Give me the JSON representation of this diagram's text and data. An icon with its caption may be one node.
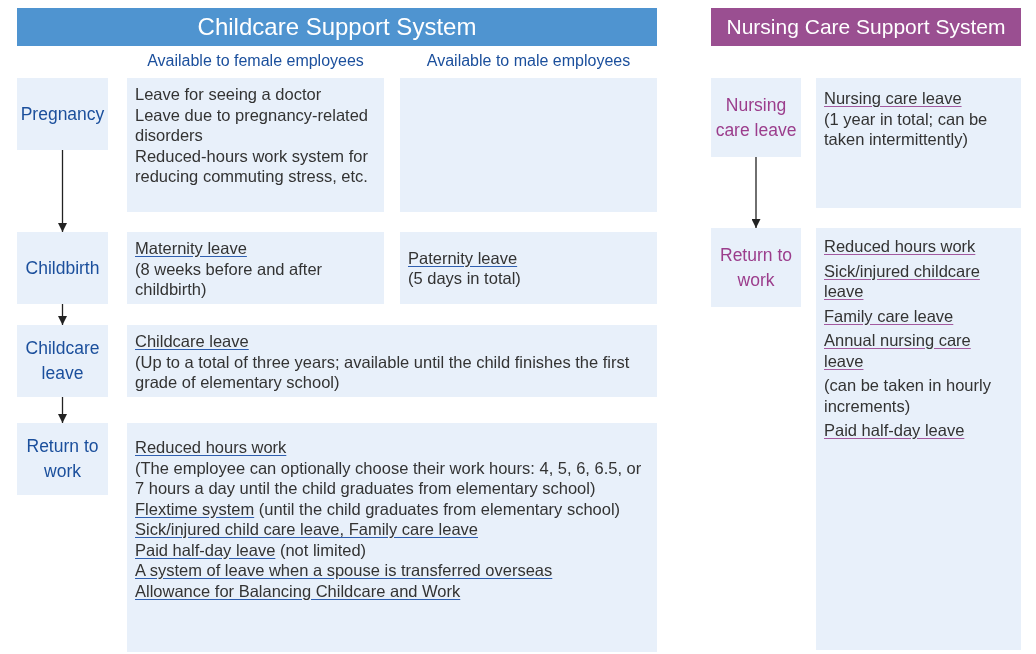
{
  "diagram": {
    "nodes": [
      {
        "text": [
          "Childcare Support System"
        ]
      },
      {
        "text": [
          "Pregnancy"
        ]
      },
      {
        "text": [
          "Leave for seeing a doctor",
          "Leave due to pregnancy-related disorders",
          "Reduced-hours work system for reducing commuting stress, etc."
        ]
      },
      {
        "text": [],
        "shape": "box"
      },
      {
        "text": [
          "Childbirth"
        ]
      },
      {
        "text": [
          "**Maternity leave**",
          "(8 weeks before and after childbirth)"
        ]
      },
      {
        "text": [
          "**Paternity leave**",
          "(5 days in total)"
        ]
      },
      {
        "text": [
          "Childcare leave"
        ]
      },
      {
        "text": [
          "**Childcare leave**",
          "(Up to a total of three years; available until the child finishes the first grade of elementary school)"
        ]
      },
      {
        "text": [
          "Return to work"
        ]
      },
      {
        "text": [
          "**Reduced hours work**",
          "(The employee can optionally choose their work hours: 4, 5, 6, 6.5, or 7 hours a day until the child graduates from elementary school)",
          "**Flextime system** (until the child graduates from elementary school)",
          "**Sick/injured child care leave, Family care leave**",
          "**Paid half-day leave** (not limited)",
          "**A system of leave when a spouse is transferred overseas**",
          "**Allowance for Balancing Childcare and Work**"
        ]
      },
      {
        "text": [
          "Nursing Care Support System"
        ]
      },
      {
        "text": [
          "Nursing care leave"
        ]
      },
      {
        "text": [
          "**Nursing care leave**",
          "(1 year in total; can be taken intermittently)"
        ]
      },
      {
        "text": [
          "Return to work"
        ]
      },
      {
        "text": [
          "**Reduced hours work**",
          "**Sick/injured childcare leave**",
          "**Family care leave**",
          "**Annual nursing care leave**",
          "(can be taken in hourly increments)",
          "**Paid half-day leave**"
        ]
      }
    ],
    "edges": [
      {
        "from": 1,
        "to": 4,
        "arrow": "to"
      },
      {
        "from": 4,
        "to": 7,
        "arrow": "to"
      },
      {
        "from": 7,
        "to": 9,
        "arrow": "to"
      },
      {
        "from": 12,
        "to": 14,
        "arrow": "to"
      }
    ],
    "labels": [
      "Available to female employees",
      "Available to male employees"
    ]
  }
}
